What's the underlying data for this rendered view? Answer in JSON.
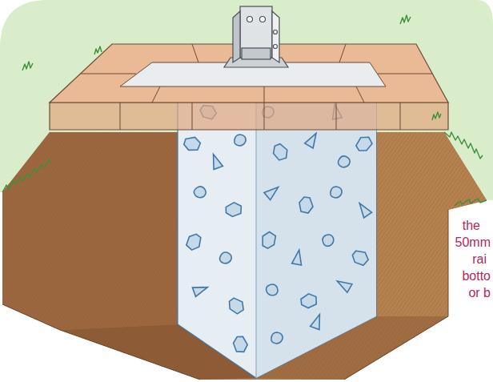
{
  "diagram": {
    "labels": [
      "the",
      "50mm",
      "rai",
      "botto",
      "or b"
    ]
  }
}
